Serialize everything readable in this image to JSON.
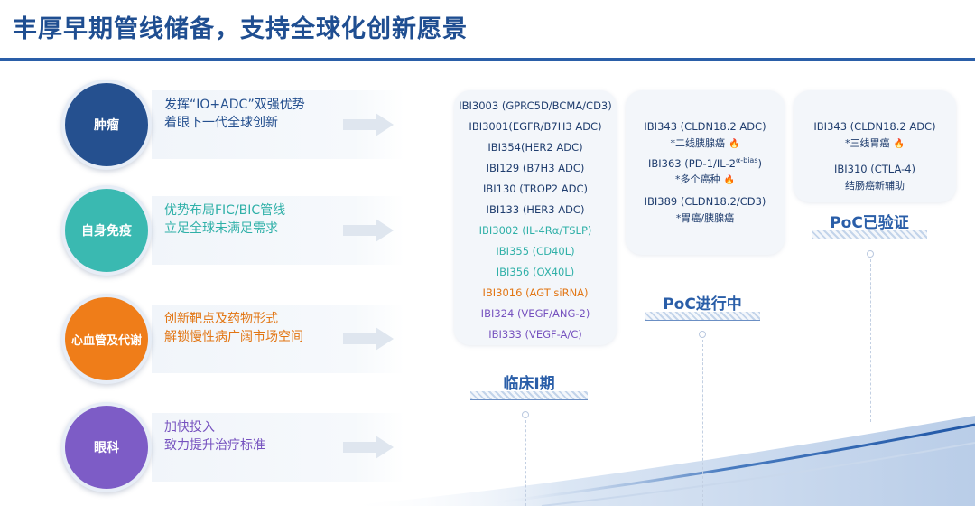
{
  "title": "丰厚早期管线储备，支持全球化创新愿景",
  "colors": {
    "title": "#1f4e91",
    "oncology": "#25508f",
    "immunology": "#3ab9b1",
    "cardiometabolic": "#ef7d19",
    "ophthalmology": "#7d5cc6",
    "early_pipeline_text": "#1f3d6e"
  },
  "categories": [
    {
      "label": "肿瘤",
      "line1": "发挥“IO+ADC”双强优势",
      "line2": "着眼下一代全球创新"
    },
    {
      "label": "自身免疫",
      "line1": "优势布局FIC/BIC管线",
      "line2": "立足全球未满足需求"
    },
    {
      "label": "心血管及代谢",
      "line1": "创新靶点及药物形式",
      "line2": "解锁慢性病广阔市场空间"
    },
    {
      "label": "眼科",
      "line1": "加快投入",
      "line2": "致力提升治疗标准"
    }
  ],
  "phase1": {
    "label": "临床I期",
    "items": [
      "IBI3003 (GPRC5D/BCMA/CD3)",
      "IBI3001(EGFR/B7H3 ADC)",
      "IBI354(HER2 ADC)",
      "IBI129 (B7H3 ADC)",
      "IBI130 (TROP2 ADC)",
      "IBI133 (HER3 ADC)",
      "IBI3002 (IL-4Rα/TSLP)",
      "IBI355 (CD40L)",
      "IBI356 (OX40L)",
      "IBI3016 (AGT siRNA)",
      "IBI324 (VEGF/ANG-2)",
      "IBI333 (VEGF-A/C)"
    ]
  },
  "poc_ongoing": {
    "label": "PoC进行中",
    "items": [
      {
        "name": "IBI343 (CLDN18.2 ADC)",
        "indication": "*二线胰腺癌",
        "fire_icon": "fire-icon"
      },
      {
        "name": "IBI363 (PD-1/IL-2",
        "name_sup": "α-bias",
        "name_end": ")",
        "indication": "*多个癌种",
        "fire_icon": "fire-icon"
      },
      {
        "name": "IBI389 (CLDN18.2/CD3)",
        "indication": "*胃癌/胰腺癌"
      }
    ]
  },
  "poc_validated": {
    "label": "PoC已验证",
    "items": [
      {
        "name": "IBI343 (CLDN18.2 ADC)",
        "indication": "*三线胃癌",
        "fire_icon": "fire-icon"
      },
      {
        "name": "IBI310 (CTLA-4)",
        "indication": "结肠癌新辅助"
      }
    ]
  }
}
